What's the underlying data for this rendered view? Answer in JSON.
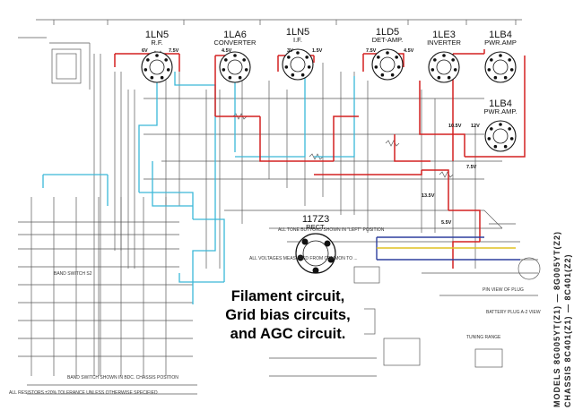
{
  "colors": {
    "filament": "#d42020",
    "bias": "#3ab8d8",
    "agc": "#2d3f9e",
    "yellow": "#e0c020",
    "ink": "#5a5a5a"
  },
  "tubes": [
    {
      "name": "1LN5",
      "function": "R.F."
    },
    {
      "name": "1LA6",
      "function": "CONVERTER"
    },
    {
      "name": "1LN5",
      "function": "I.F."
    },
    {
      "name": "1LD5",
      "function": "DET-AMP."
    },
    {
      "name": "1LE3",
      "function": "INVERTER"
    },
    {
      "name": "1LB4",
      "function": "PWR.AMP"
    },
    {
      "name": "1LB4",
      "function": "PWR.AMP."
    }
  ],
  "rectifier": {
    "name": "117Z3",
    "function": "RECT."
  },
  "voltage_labels": [
    "7.5V",
    "6V",
    "4.5V",
    "1.5V",
    "3V",
    "4.5V",
    "7.5V",
    "10.5V",
    "12V",
    "7.5V",
    "5.5V",
    "13.5V"
  ],
  "side_text": {
    "models": "MODELS  8G005YT(Z1) — 8G005YT(Z2)",
    "chassis": "CHASSIS  8C401(Z1) — 8C401(Z2)"
  },
  "notes": {
    "band_switch": "BAND SWITCH S2",
    "resistors": "ALL RESISTORS ±20% TOLERANCE UNLESS OTHERWISE SPECIFIED",
    "band_switch_shown": "BAND SWITCH SHOWN IN BDC. CHASSIS POSITION",
    "tone_buttons": "ALL TONE BUTTONS SHOWN IN \"LEFT\" POSITION",
    "voltages": "ALL VOLTAGES MEASURED FROM COMMON TO ...",
    "pinview": "PIN VIEW OF PLUG",
    "tuning": "TUNING RANGE",
    "battery_plug": "BATTERY PLUG A-2 VIEW"
  },
  "caption": {
    "line1": "Filament circuit,",
    "line2": "Grid bias circuits,",
    "line3": "and AGC circuit."
  }
}
